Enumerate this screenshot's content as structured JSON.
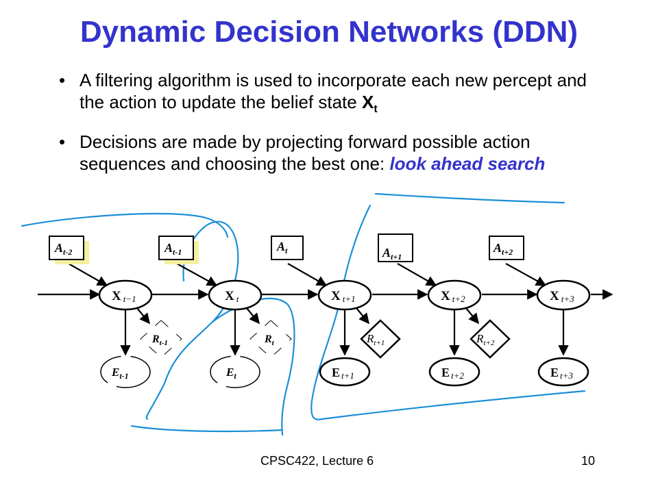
{
  "slide": {
    "title": "Dynamic Decision Networks (DDN)",
    "bullet1": {
      "marker": "•",
      "text": "A filtering algorithm is used to incorporate each new percept and the action to update the belief state ",
      "symbol": "X",
      "subscript": "t"
    },
    "bullet2": {
      "marker": "•",
      "text": "Decisions are made by projecting forward possible action sequences and choosing the best one: ",
      "highlight": "look ahead search"
    }
  },
  "diagram": {
    "actions": [
      {
        "label": "A",
        "sub": "t-2"
      },
      {
        "label": "A",
        "sub": "t-1"
      },
      {
        "label": "A",
        "sub": "t"
      },
      {
        "label": "A",
        "sub": "t+1"
      },
      {
        "label": "A",
        "sub": "t+2"
      }
    ],
    "states": [
      {
        "label": "X",
        "sub": "t−1"
      },
      {
        "label": "X",
        "sub": "t"
      },
      {
        "label": "X",
        "sub": "t+1"
      },
      {
        "label": "X",
        "sub": "t+2"
      },
      {
        "label": "X",
        "sub": "t+3"
      }
    ],
    "rewards": [
      {
        "label": "R",
        "sub": "t-1"
      },
      {
        "label": "R",
        "sub": "t"
      },
      {
        "label": "R",
        "sub": "t+1"
      },
      {
        "label": "R",
        "sub": "t+2"
      }
    ],
    "evidence": [
      {
        "label": "E",
        "sub": "t-1"
      },
      {
        "label": "E",
        "sub": "t"
      },
      {
        "label": "E",
        "sub": "t+1"
      },
      {
        "label": "E",
        "sub": "t+2"
      },
      {
        "label": "E",
        "sub": "t+3"
      }
    ],
    "annotation_color": "#1a8fd6",
    "shadow_color": "#f5f0a0"
  },
  "footer": {
    "lecture": "CPSC422, Lecture 6",
    "page": "10"
  }
}
